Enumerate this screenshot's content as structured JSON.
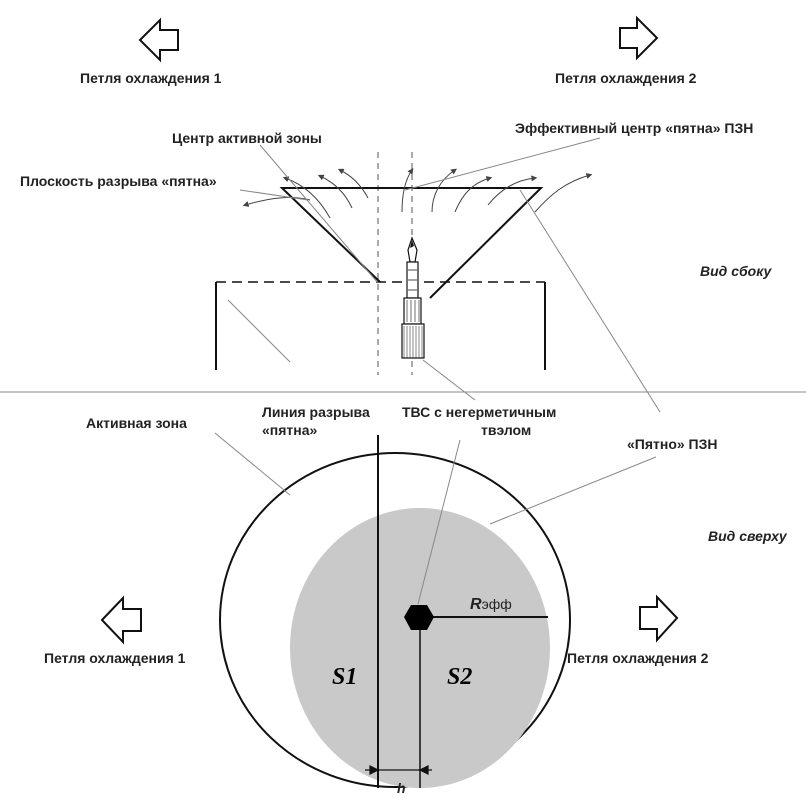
{
  "side_view": {
    "loop1_label": "Петля охлаждения 1",
    "loop2_label": "Петля охлаждения 2",
    "core_center_label": "Центр активной зоны",
    "effective_center_label": "Эффективный центр «пятна» ПЗН",
    "break_plane_label": "Плоскость разрыва «пятна»",
    "view_label": "Вид сбоку"
  },
  "top_view": {
    "core_label": "Активная зона",
    "break_line_label_1": "Линия разрыва",
    "break_line_label_2": "«пятна»",
    "fa_label_1": "ТВС с негерметичным",
    "fa_label_2": "твэлом",
    "spot_label": "«Пятно» ПЗН",
    "view_label": "Вид сверху",
    "loop1_label": "Петля охлаждения 1",
    "loop2_label": "Петля охлаждения 2",
    "s1_label": "S1",
    "s2_label": "S2",
    "r_eff_main": "R",
    "r_eff_sub": "эфф",
    "h_label": "h"
  },
  "colors": {
    "spot_fill": "#c9c9c9",
    "line": "#111111",
    "leader": "#888888"
  }
}
